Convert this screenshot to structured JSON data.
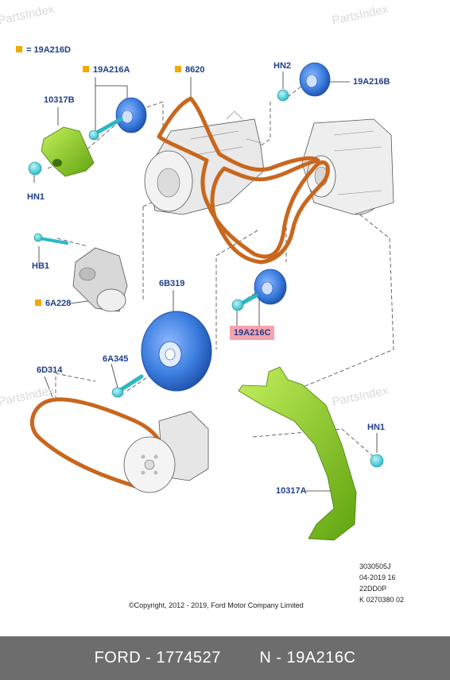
{
  "watermark": "PartsIndex",
  "legend": {
    "text": "= 19A216D",
    "color": "#f2a900"
  },
  "labels": {
    "l_19A216A": "19A216A",
    "l_8620": "8620",
    "l_HN2": "HN2",
    "l_19A216B": "19A216B",
    "l_10317B": "10317B",
    "l_HN1_top": "HN1",
    "l_HB1": "HB1",
    "l_6A228": "6A228",
    "l_6B319": "6B319",
    "l_19A216C": "19A216C",
    "l_6D314": "6D314",
    "l_6A345": "6A345",
    "l_HN1_right": "HN1",
    "l_10317A": "10317A"
  },
  "meta": [
    "3030505J",
    "04-2019 16",
    "22DD0P",
    "K 0270380 02"
  ],
  "copyright": "©Copyright, 2012 - 2019, Ford Motor Company Limited",
  "footer": {
    "left": "FORD - 1774527",
    "right": "N - 19A216C"
  },
  "colors": {
    "label": "#1f3f8a",
    "highlight": "#f6a3ad",
    "belt": "#c8671e",
    "pulley": "#3d7fe0",
    "cap": "#3fd6e0",
    "bracket": "#8fd12b",
    "footer_bg": "#6d6d6d"
  }
}
